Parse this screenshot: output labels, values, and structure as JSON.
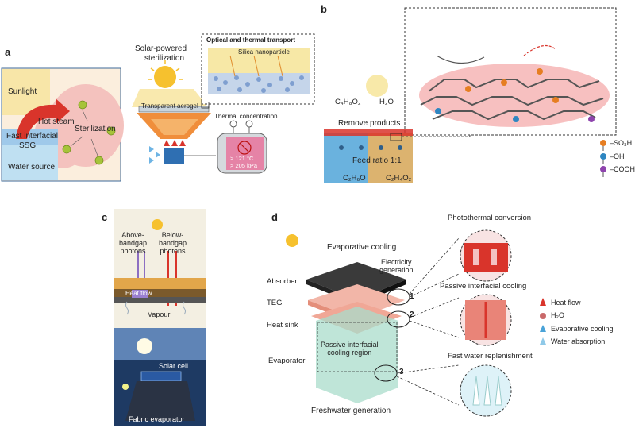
{
  "panels": {
    "a": {
      "letter": "a",
      "sunlight": "Sunlight",
      "hot_steam": "Hot steam",
      "sterilization": "Sterilization",
      "fast_interfacial": "Fast interfacial",
      "ssg": "SSG",
      "water_source": "Water source",
      "solar_powered": "Solar-powered",
      "sterilization2": "sterilization",
      "optical_thermal": "Optical and thermal transport",
      "silica": "Silica nanoparticle",
      "aerogel": "Transparent aerogel",
      "thermal_concentration": "Thermal concentration",
      "temp": "> 121 °C",
      "pressure": "> 205 kPa"
    },
    "b": {
      "letter": "b",
      "c4h8o2": "C₄H₈O₂",
      "h2o": "H₂O",
      "remove_products": "Remove products",
      "feed_ratio": "Feed ratio 1:1",
      "c2h6o": "C₂H₆O",
      "c2h4o2": "C₂H₄O₂",
      "so3h": "–SO₃H",
      "oh": "–OH",
      "cooh": "–COOH"
    },
    "c": {
      "letter": "c",
      "above_line1": "Above-",
      "above_line2": "bandgap",
      "above_line3": "photons",
      "below_line1": "Below-",
      "below_line2": "bandgap",
      "below_line3": "photons",
      "heat_flow": "Heat flow",
      "vapour": "Vapour",
      "solar_cell": "Solar cell",
      "fabric_evaporator": "Fabric evaporator"
    },
    "d": {
      "letter": "d",
      "evaporative_cooling": "Evaporative cooling",
      "electricity_line1": "Electricity",
      "electricity_line2": "generation",
      "absorber": "Absorber",
      "teg": "TEG",
      "heat_sink": "Heat sink",
      "passive_region_line1": "Passive interfacial",
      "passive_region_line2": "cooling region",
      "evaporator": "Evaporator",
      "freshwater": "Freshwater generation",
      "photothermal": "Photothermal conversion",
      "passive_interfacial_cooling": "Passive interfacial cooling",
      "fast_water": "Fast water replenishment",
      "num1": "1",
      "num2": "2",
      "num3": "3",
      "legend": [
        "Heat flow",
        "H₂O",
        "Evaporative cooling",
        "Water absorption"
      ]
    }
  },
  "colors": {
    "heat_red": "#d9342b",
    "water_blue": "#4aa3d8",
    "sun_yellow": "#f6c12e",
    "pink_bg": "#f6c9c4",
    "cream": "#f7ecd4"
  }
}
